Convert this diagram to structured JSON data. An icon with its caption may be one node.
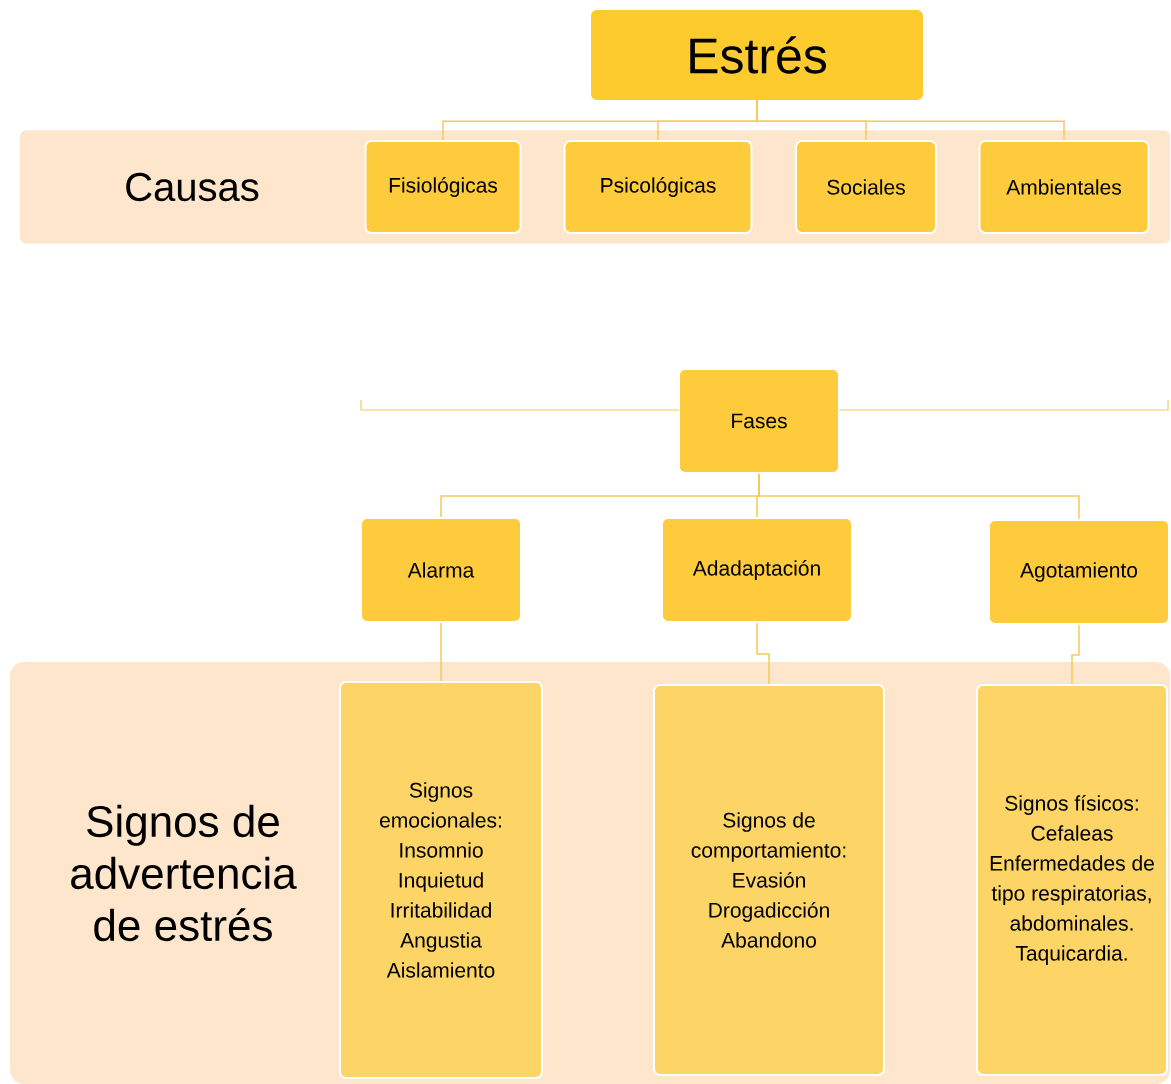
{
  "diagram": {
    "nodes": [
      {
        "text": [
          "Estrés"
        ]
      },
      {
        "text": [
          "Causas"
        ]
      },
      {
        "text": [
          "Fisiológicas"
        ],
        "in": 1
      },
      {
        "text": [
          "Psicológicas"
        ],
        "in": 1
      },
      {
        "text": [
          "Sociales"
        ],
        "in": 1
      },
      {
        "text": [
          "Ambientales"
        ],
        "in": 1
      },
      {
        "text": [
          "Fases"
        ]
      },
      {
        "text": [
          "Alarma"
        ]
      },
      {
        "text": [
          "Adadaptación"
        ]
      },
      {
        "text": [
          "Agotamiento"
        ]
      },
      {
        "text": [
          "Signos de advertencia de estrés"
        ]
      },
      {
        "text": [
          "Signos emocionales:",
          "Insomnio",
          "Inquietud",
          "Irritabilidad",
          "Angustia",
          "Aislamiento"
        ],
        "in": 10
      },
      {
        "text": [
          "Signos de comportamiento:",
          "Evasión",
          "Drogadicción",
          "Abandono"
        ],
        "in": 10
      },
      {
        "text": [
          "Signos físicos:",
          "Cefaleas",
          "Enfermedades de tipo respiratorias, abdominales.",
          "Taquicardia."
        ],
        "in": 10
      }
    ],
    "edges": [
      {
        "from": 0,
        "to": 2,
        "arrow": "none"
      },
      {
        "from": 0,
        "to": 3,
        "arrow": "none"
      },
      {
        "from": 0,
        "to": 4,
        "arrow": "none"
      },
      {
        "from": 0,
        "to": 5,
        "arrow": "none"
      },
      {
        "from": 6,
        "to": 7,
        "arrow": "none"
      },
      {
        "from": 6,
        "to": 8,
        "arrow": "none"
      },
      {
        "from": 6,
        "to": 9,
        "arrow": "none"
      },
      {
        "from": 7,
        "to": 11,
        "arrow": "none"
      },
      {
        "from": 8,
        "to": 12,
        "arrow": "none"
      },
      {
        "from": 9,
        "to": 13,
        "arrow": "none"
      }
    ]
  }
}
